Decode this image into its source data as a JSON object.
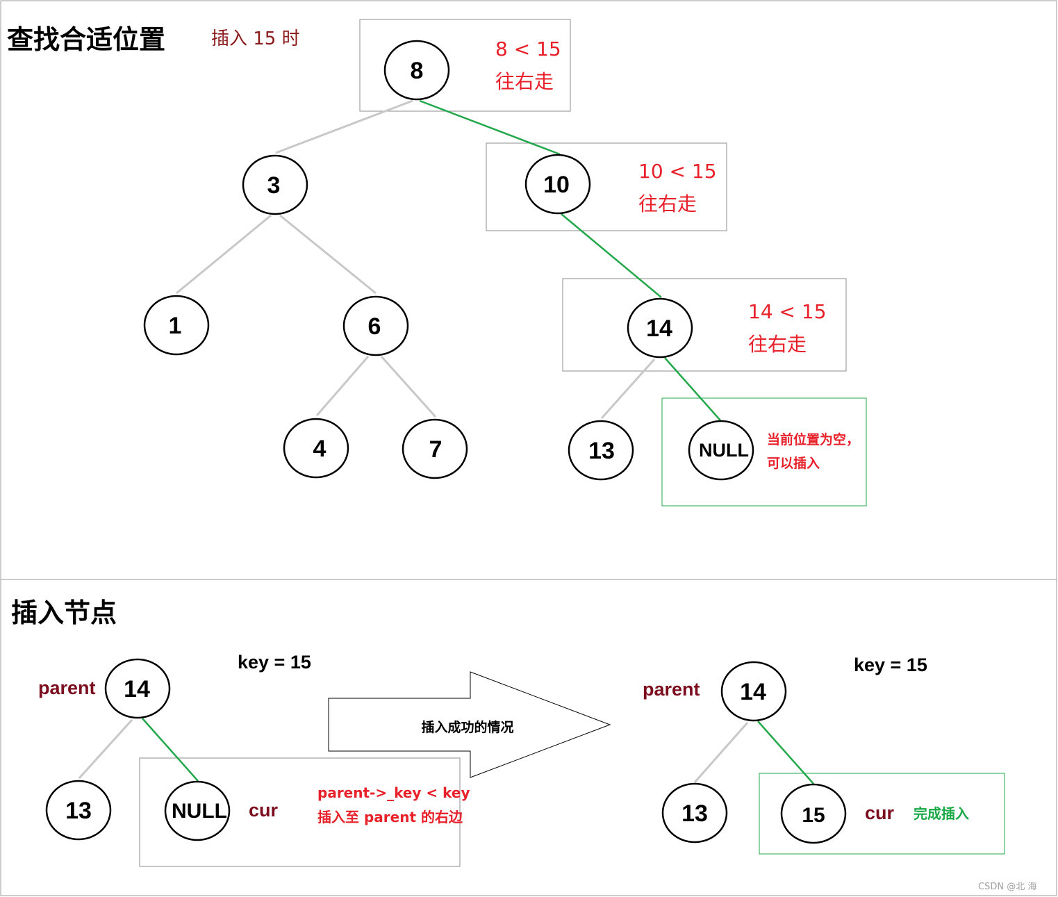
{
  "colors": {
    "edge_gray": "#c8c8c8",
    "edge_green": "#22a84a",
    "box_gray": "#8c8c8c",
    "box_green": "#22a84a",
    "red": "#e8202a",
    "maroon": "#7b0d1e",
    "green_text": "#1aa845"
  },
  "section_find": {
    "title": "查找合适位置",
    "subtitle": "插入 15 时",
    "steps": [
      {
        "cmp": "8 < 15",
        "action": "往右走"
      },
      {
        "cmp": "10 < 15",
        "action": "往右走"
      },
      {
        "cmp": "14 < 15",
        "action": "往右走"
      }
    ],
    "empty_note": [
      "当前位置为空，",
      "可以插入"
    ],
    "nodes": [
      "8",
      "3",
      "10",
      "1",
      "6",
      "14",
      "4",
      "7",
      "13",
      "NULL"
    ]
  },
  "section_insert": {
    "title": "插入节点",
    "before": {
      "key_label": "key  =  15",
      "parent_label": "parent",
      "cur_label": "cur",
      "parent_node": "14",
      "left_node": "13",
      "cur_node": "NULL",
      "note": [
        "parent->_key < key",
        "插入至 parent 的右边"
      ]
    },
    "arrow_text": "插入成功的情况",
    "after": {
      "key_label": "key  =  15",
      "parent_label": "parent",
      "cur_label": "cur",
      "parent_node": "14",
      "left_node": "13",
      "cur_node": "15",
      "note": "完成插入"
    }
  },
  "watermark": "CSDN @北    海"
}
